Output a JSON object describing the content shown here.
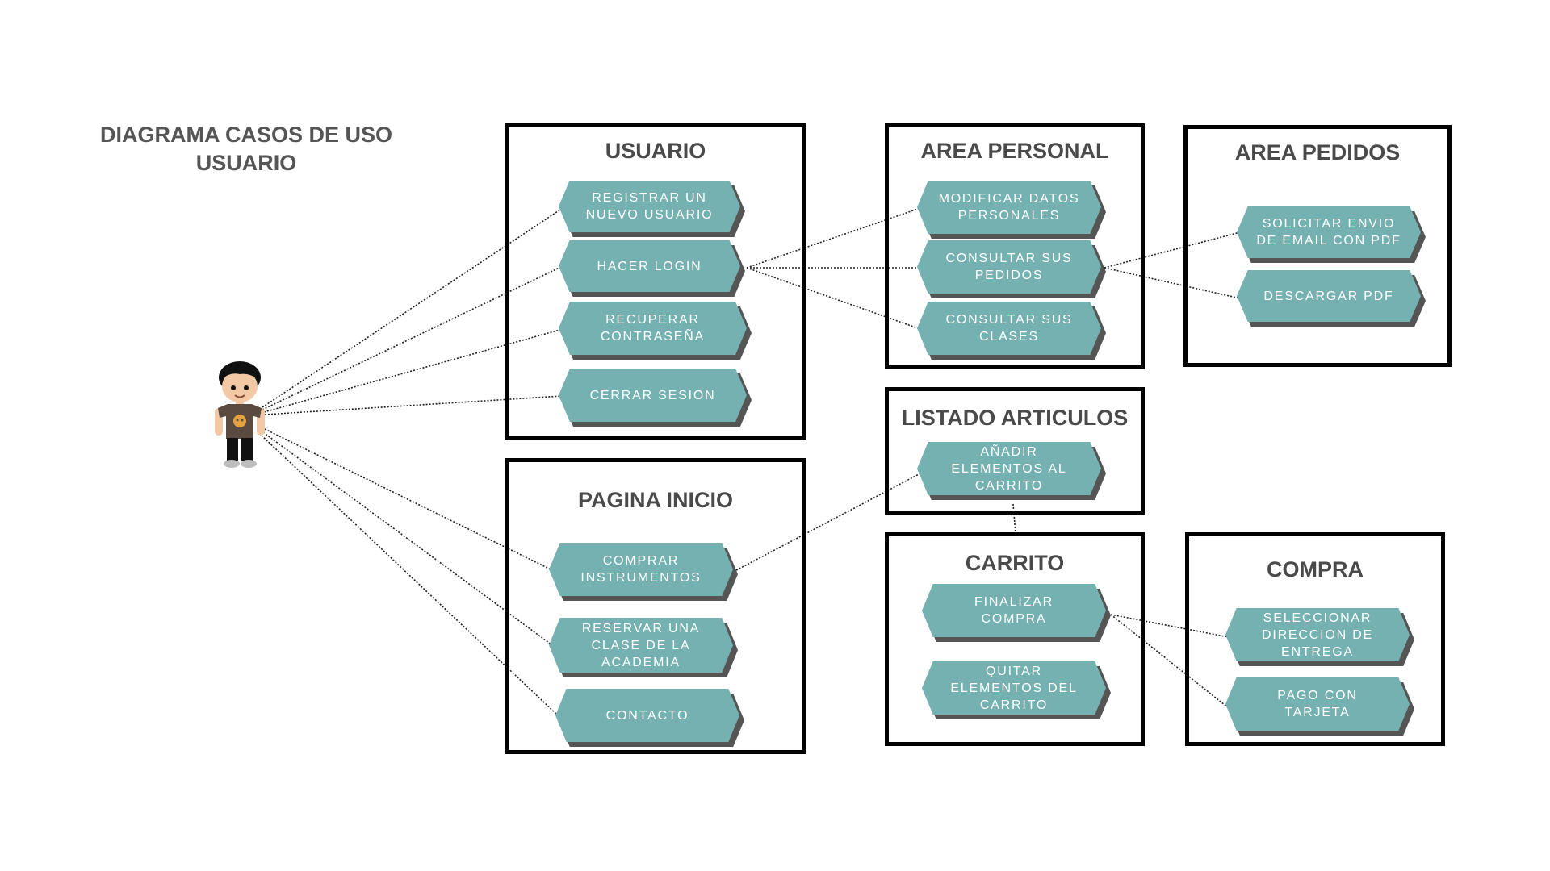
{
  "title": "DIAGRAMA CASOS DE USO\nUSUARIO",
  "colors": {
    "use_case_fill": "#74b1b0",
    "use_case_shadow": "#555555",
    "box_border": "#000000",
    "title_text": "#4a4a4a"
  },
  "actor": {
    "icon": "child-user-icon"
  },
  "boxes": {
    "usuario": {
      "title": "USUARIO",
      "cases": {
        "registrar": "REGISTRAR UN\nNUEVO USUARIO",
        "login": "HACER LOGIN",
        "recuperar": "RECUPERAR\nCONTRASEÑA",
        "cerrar": "CERRAR SESION"
      }
    },
    "pagina_inicio": {
      "title": "PAGINA INICIO",
      "cases": {
        "comprar": "COMPRAR\nINSTRUMENTOS",
        "reservar": "RESERVAR UNA\nCLASE DE LA\nACADEMIA",
        "contacto": "CONTACTO"
      }
    },
    "area_personal": {
      "title": "AREA PERSONAL",
      "cases": {
        "modificar": "MODIFICAR DATOS\nPERSONALES",
        "pedidos": "CONSULTAR SUS\nPEDIDOS",
        "clases": "CONSULTAR SUS\nCLASES"
      }
    },
    "area_pedidos": {
      "title": "AREA PEDIDOS",
      "cases": {
        "email": "SOLICITAR ENVIO\nDE EMAIL CON PDF",
        "descargar": "DESCARGAR PDF"
      }
    },
    "listado_articulos": {
      "title": "LISTADO ARTICULOS",
      "cases": {
        "anadir": "AÑADIR\nELEMENTOS AL\nCARRITO"
      }
    },
    "carrito": {
      "title": "CARRITO",
      "cases": {
        "finalizar": "FINALIZAR\nCOMPRA",
        "quitar": "QUITAR\nELEMENTOS DEL\nCARRITO"
      }
    },
    "compra": {
      "title": "COMPRA",
      "cases": {
        "direccion": "SELECCIONAR\nDIRECCION DE\nENTREGA",
        "tarjeta": "PAGO CON\nTARJETA"
      }
    }
  }
}
